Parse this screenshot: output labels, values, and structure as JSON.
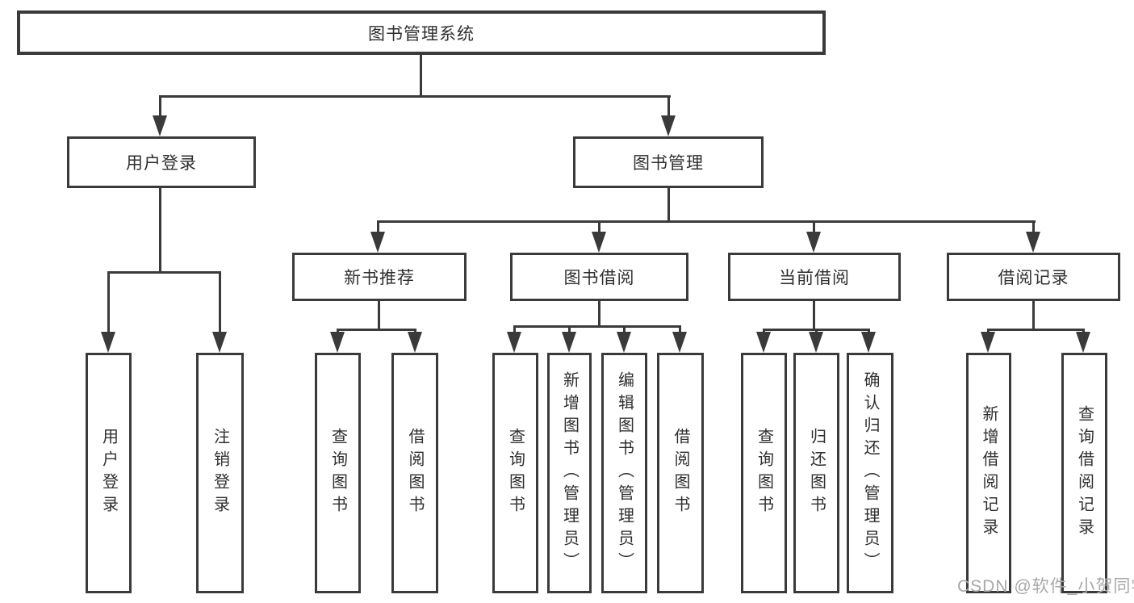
{
  "diagram": {
    "root": "图书管理系统",
    "level2": {
      "user_login": "用户登录",
      "book_mgmt": "图书管理"
    },
    "level3": {
      "new_books": "新书推荐",
      "book_borrow": "图书借阅",
      "current_borrow": "当前借阅",
      "borrow_records": "借阅记录"
    },
    "leaves": {
      "user_login_login": "用户登录",
      "user_login_logout": "注销登录",
      "new_books_query": "查询图书",
      "new_books_borrow": "借阅图书",
      "borrow_query": "查询图书",
      "borrow_add": "新增图书（管理员）",
      "borrow_edit": "编辑图书（管理员）",
      "borrow_borrow": "借阅图书",
      "current_query": "查询图书",
      "current_return": "归还图书",
      "current_confirm": "确认归还（管理员）",
      "records_add": "新增借阅记录",
      "records_query": "查询借阅记录"
    }
  },
  "watermark": "CSDN @软件_小贺同学",
  "colors": {
    "line": "#3a3a3a",
    "text": "#2f2f2f",
    "watermark": "#a8a8a8",
    "background": "#ffffff"
  }
}
